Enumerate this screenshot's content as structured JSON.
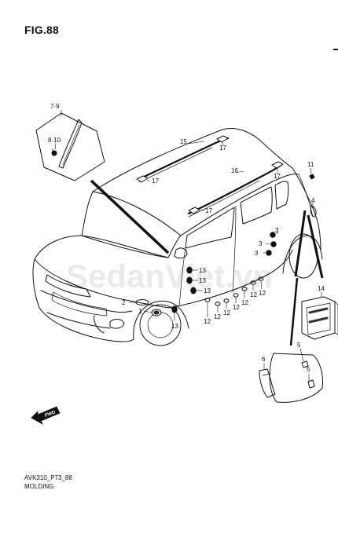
{
  "figure": {
    "title": "FIG.88",
    "code": "AVK310_P73_88",
    "name": "MOLDING",
    "watermark": "SedanViet.vn"
  },
  "direction_badge": "FWD",
  "callouts": {
    "c79": "7·9",
    "c810": "8·10",
    "c15": "15",
    "c17a": "17",
    "c17b": "17",
    "c17c": "17",
    "c17d": "17",
    "c16": "16",
    "c11": "11",
    "c4": "4",
    "c3a": "3",
    "c3b": "3",
    "c3c": "3",
    "c13a": "13",
    "c13b": "13",
    "c13c": "13",
    "c13d": "13",
    "c12a": "12",
    "c12b": "12",
    "c12c": "12",
    "c12d": "12",
    "c12e": "12",
    "c12f": "12",
    "c12g": "12",
    "c2": "2",
    "c1": "1",
    "c14": "14",
    "c6": "6",
    "c5a": "5",
    "c5b": "5"
  }
}
